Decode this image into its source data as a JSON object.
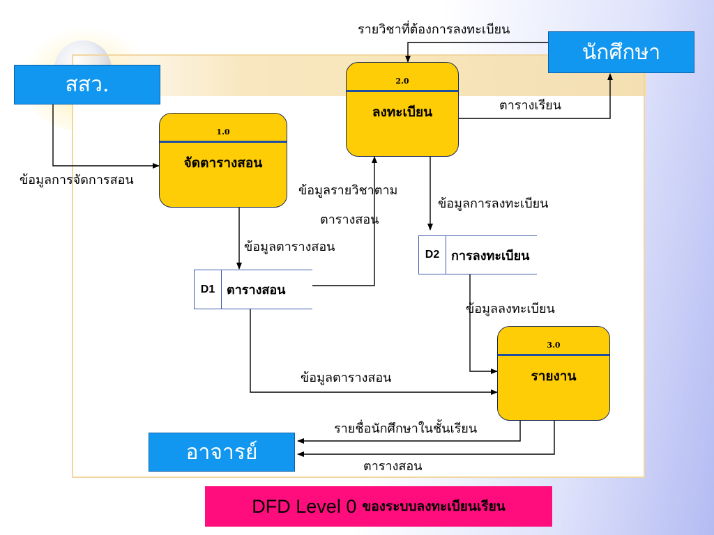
{
  "entities": {
    "sorsor": "สสว.",
    "student": "นักศึกษา",
    "teacher": "อาจารย์"
  },
  "processes": [
    {
      "id": "1.0",
      "name": "จัดตารางสอน"
    },
    {
      "id": "2.0",
      "name": "ลงทะเบียน"
    },
    {
      "id": "3.0",
      "name": "รายงาน"
    }
  ],
  "stores": [
    {
      "id": "D1",
      "name": "ตารางสอน"
    },
    {
      "id": "D2",
      "name": "การลงทะเบียน"
    }
  ],
  "flows": {
    "subjects_to_register": "รายวิชาที่ต้องการลงทะเบียน",
    "class_schedule": "ตารางเรียน",
    "schedule_mgmt_data": "ข้อมูลการจัดการสอน",
    "subject_by_schedule_line1": "ข้อมูลรายวิชาตาม",
    "subject_by_schedule_line2": "ตารางสอน",
    "registration_data": "ข้อมูลการลงทะเบียน",
    "teaching_schedule_data_1": "ข้อมูลตารางสอน",
    "enrollment_data": "ข้อมูลลงทะเบียน",
    "teaching_schedule_data_2": "ข้อมูลตารางสอน",
    "student_list": "รายชื่อนักศึกษาในชั้นเรียน",
    "teaching_schedule": "ตารางสอน"
  },
  "title": {
    "part1": "DFD Level 0",
    "part2": "ของระบบลงทะเบียนเรียน"
  }
}
